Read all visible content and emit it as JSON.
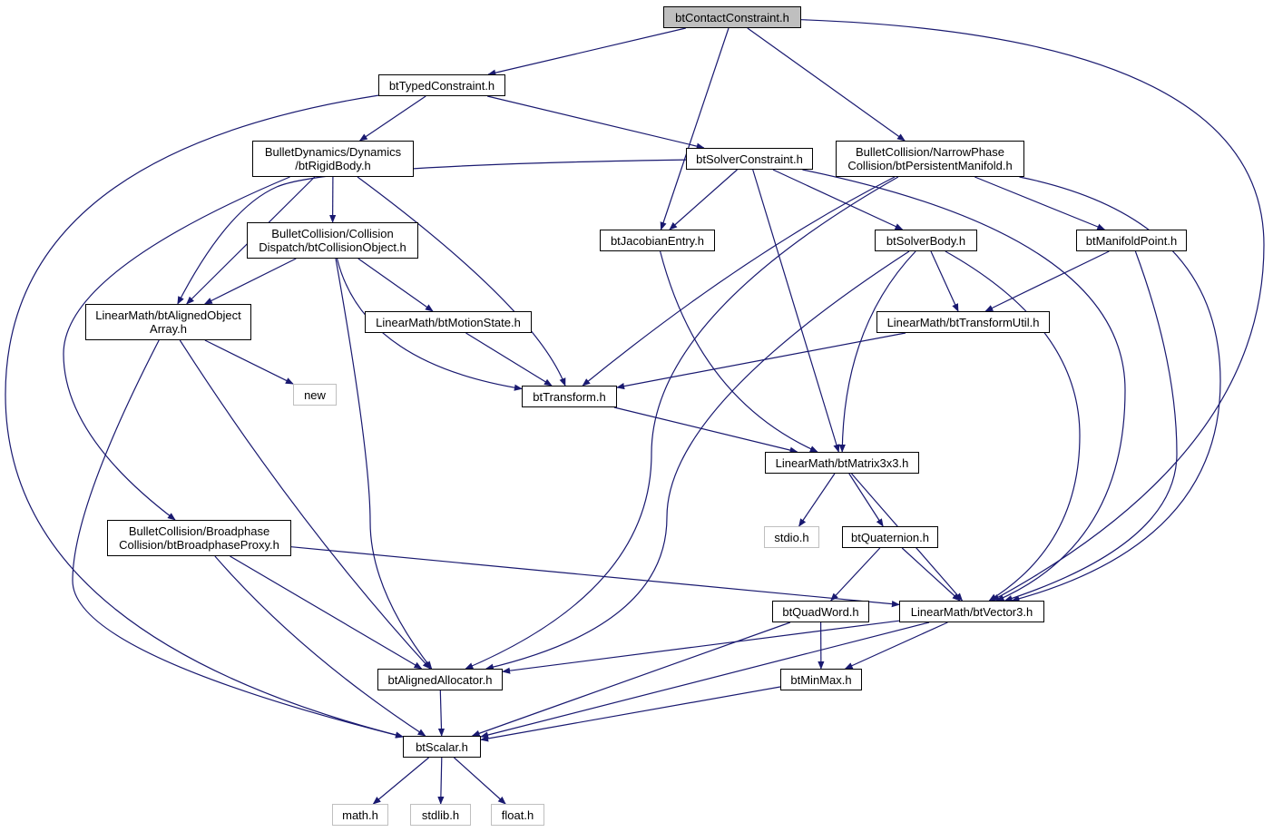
{
  "colors": {
    "edge": "#191970",
    "root_fill": "#bfbfbf",
    "external_border": "#bfbfbf",
    "node_border": "#000000"
  },
  "nodes": [
    {
      "id": "contact",
      "lines": [
        "btContactConstraint.h"
      ],
      "kind": "root"
    },
    {
      "id": "typed",
      "lines": [
        "btTypedConstraint.h"
      ],
      "kind": "normal"
    },
    {
      "id": "rigid",
      "lines": [
        "BulletDynamics/Dynamics",
        "/btRigidBody.h"
      ],
      "kind": "normal"
    },
    {
      "id": "solverc",
      "lines": [
        "btSolverConstraint.h"
      ],
      "kind": "normal"
    },
    {
      "id": "persist",
      "lines": [
        "BulletCollision/NarrowPhase",
        "Collision/btPersistentManifold.h"
      ],
      "kind": "normal"
    },
    {
      "id": "collobj",
      "lines": [
        "BulletCollision/Collision",
        "Dispatch/btCollisionObject.h"
      ],
      "kind": "normal"
    },
    {
      "id": "jacobian",
      "lines": [
        "btJacobianEntry.h"
      ],
      "kind": "normal"
    },
    {
      "id": "solverb",
      "lines": [
        "btSolverBody.h"
      ],
      "kind": "normal"
    },
    {
      "id": "manifold",
      "lines": [
        "btManifoldPoint.h"
      ],
      "kind": "normal"
    },
    {
      "id": "aligned",
      "lines": [
        "LinearMath/btAlignedObject",
        "Array.h"
      ],
      "kind": "normal"
    },
    {
      "id": "motion",
      "lines": [
        "LinearMath/btMotionState.h"
      ],
      "kind": "normal"
    },
    {
      "id": "tutil",
      "lines": [
        "LinearMath/btTransformUtil.h"
      ],
      "kind": "normal"
    },
    {
      "id": "new",
      "lines": [
        "new"
      ],
      "kind": "external"
    },
    {
      "id": "transform",
      "lines": [
        "btTransform.h"
      ],
      "kind": "normal"
    },
    {
      "id": "matrix",
      "lines": [
        "LinearMath/btMatrix3x3.h"
      ],
      "kind": "normal"
    },
    {
      "id": "broad",
      "lines": [
        "BulletCollision/Broadphase",
        "Collision/btBroadphaseProxy.h"
      ],
      "kind": "normal"
    },
    {
      "id": "stdio",
      "lines": [
        "stdio.h"
      ],
      "kind": "external"
    },
    {
      "id": "quat",
      "lines": [
        "btQuaternion.h"
      ],
      "kind": "normal"
    },
    {
      "id": "quad",
      "lines": [
        "btQuadWord.h"
      ],
      "kind": "normal"
    },
    {
      "id": "vector",
      "lines": [
        "LinearMath/btVector3.h"
      ],
      "kind": "normal"
    },
    {
      "id": "alloc",
      "lines": [
        "btAlignedAllocator.h"
      ],
      "kind": "normal"
    },
    {
      "id": "minmax",
      "lines": [
        "btMinMax.h"
      ],
      "kind": "normal"
    },
    {
      "id": "scalar",
      "lines": [
        "btScalar.h"
      ],
      "kind": "normal"
    },
    {
      "id": "math",
      "lines": [
        "math.h"
      ],
      "kind": "external"
    },
    {
      "id": "stdlib",
      "lines": [
        "stdlib.h"
      ],
      "kind": "external"
    },
    {
      "id": "float",
      "lines": [
        "float.h"
      ],
      "kind": "external"
    }
  ],
  "edges": [
    [
      "contact",
      "typed"
    ],
    [
      "contact",
      "jacobian"
    ],
    [
      "contact",
      "persist"
    ],
    [
      "contact",
      "vector"
    ],
    [
      "typed",
      "rigid"
    ],
    [
      "typed",
      "solverc"
    ],
    [
      "typed",
      "scalar"
    ],
    [
      "rigid",
      "collobj"
    ],
    [
      "rigid",
      "aligned"
    ],
    [
      "rigid",
      "transform"
    ],
    [
      "rigid",
      "broad"
    ],
    [
      "solverc",
      "aligned"
    ],
    [
      "solverc",
      "jacobian"
    ],
    [
      "solverc",
      "solverb"
    ],
    [
      "solverc",
      "matrix"
    ],
    [
      "solverc",
      "vector"
    ],
    [
      "persist",
      "manifold"
    ],
    [
      "persist",
      "transform"
    ],
    [
      "persist",
      "alloc"
    ],
    [
      "persist",
      "vector"
    ],
    [
      "collobj",
      "aligned"
    ],
    [
      "collobj",
      "motion"
    ],
    [
      "collobj",
      "transform"
    ],
    [
      "collobj",
      "alloc"
    ],
    [
      "jacobian",
      "matrix"
    ],
    [
      "solverb",
      "tutil"
    ],
    [
      "solverb",
      "matrix"
    ],
    [
      "solverb",
      "vector"
    ],
    [
      "solverb",
      "alloc"
    ],
    [
      "manifold",
      "tutil"
    ],
    [
      "manifold",
      "vector"
    ],
    [
      "aligned",
      "new"
    ],
    [
      "aligned",
      "alloc"
    ],
    [
      "aligned",
      "scalar"
    ],
    [
      "motion",
      "transform"
    ],
    [
      "tutil",
      "transform"
    ],
    [
      "transform",
      "matrix"
    ],
    [
      "matrix",
      "stdio"
    ],
    [
      "matrix",
      "quat"
    ],
    [
      "matrix",
      "vector"
    ],
    [
      "broad",
      "vector"
    ],
    [
      "broad",
      "alloc"
    ],
    [
      "broad",
      "scalar"
    ],
    [
      "quat",
      "quad"
    ],
    [
      "quat",
      "vector"
    ],
    [
      "quad",
      "minmax"
    ],
    [
      "quad",
      "scalar"
    ],
    [
      "vector",
      "alloc"
    ],
    [
      "vector",
      "minmax"
    ],
    [
      "vector",
      "scalar"
    ],
    [
      "alloc",
      "scalar"
    ],
    [
      "minmax",
      "scalar"
    ],
    [
      "scalar",
      "math"
    ],
    [
      "scalar",
      "stdlib"
    ],
    [
      "scalar",
      "float"
    ]
  ]
}
